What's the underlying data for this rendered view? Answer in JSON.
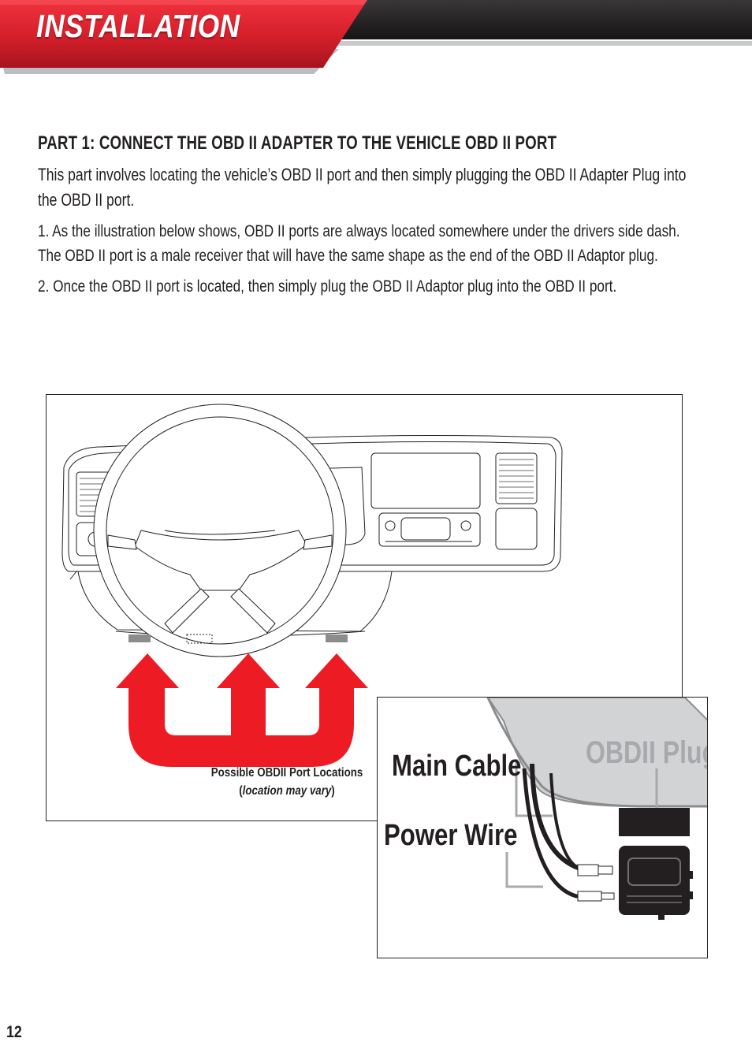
{
  "header": {
    "title": "INSTALLATION"
  },
  "section": {
    "title": "PART 1: CONNECT THE OBD II ADAPTER TO THE VEHICLE OBD II PORT",
    "intro": "This part involves locating the vehicle’s OBD II port and then simply plugging the OBD II Adapter Plug into the OBD II port.",
    "step1": "1. As the illustration below shows, OBD II ports are always located somewhere under the drivers side dash. The OBD II port is a male receiver that will have the same shape as the end of the OBD II Adaptor plug.",
    "step2": "2. Once the OBD II port is located, then simply plug the OBD II Adaptor plug into the OBD II port."
  },
  "figure_dash": {
    "caption_line1": "Possible OBDII Port Locations",
    "caption_paren_open": "(",
    "caption_italic": "location may vary",
    "caption_paren_close": ")"
  },
  "figure_plug": {
    "label_main_cable": "Main Cable",
    "label_power_wire": "Power Wire",
    "label_obd_plug": "OBDII Plug"
  },
  "footer": {
    "page_number": "12"
  },
  "colors": {
    "brand_red": "#e31e2d",
    "arrow_red": "#ed1c24",
    "header_dark": "#231f20",
    "plug_label_gray": "#a7a9ac"
  }
}
